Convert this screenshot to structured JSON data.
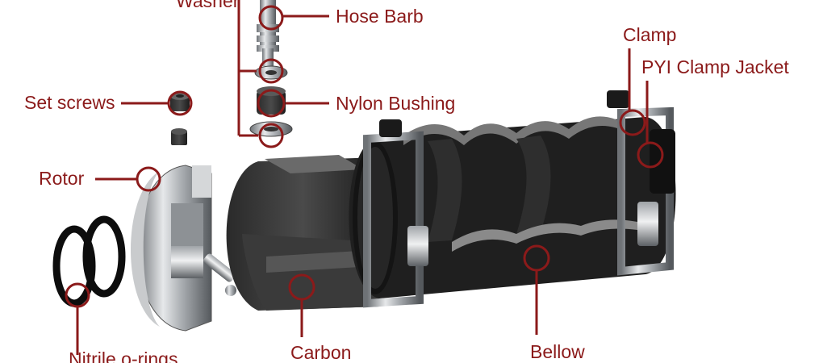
{
  "diagram": {
    "labels": {
      "washer": "Washer",
      "hose_barb": "Hose Barb",
      "clamp": "Clamp",
      "pyi_clamp_jacket": "PYI Clamp Jacket",
      "set_screws": "Set screws",
      "nylon_bushing": "Nylon Bushing",
      "rotor": "Rotor",
      "nitrile_o_rings": "Nitrile o-rings",
      "carbon": "Carbon",
      "bellow": "Bellow"
    },
    "callout_color": "#8b1a1a"
  }
}
